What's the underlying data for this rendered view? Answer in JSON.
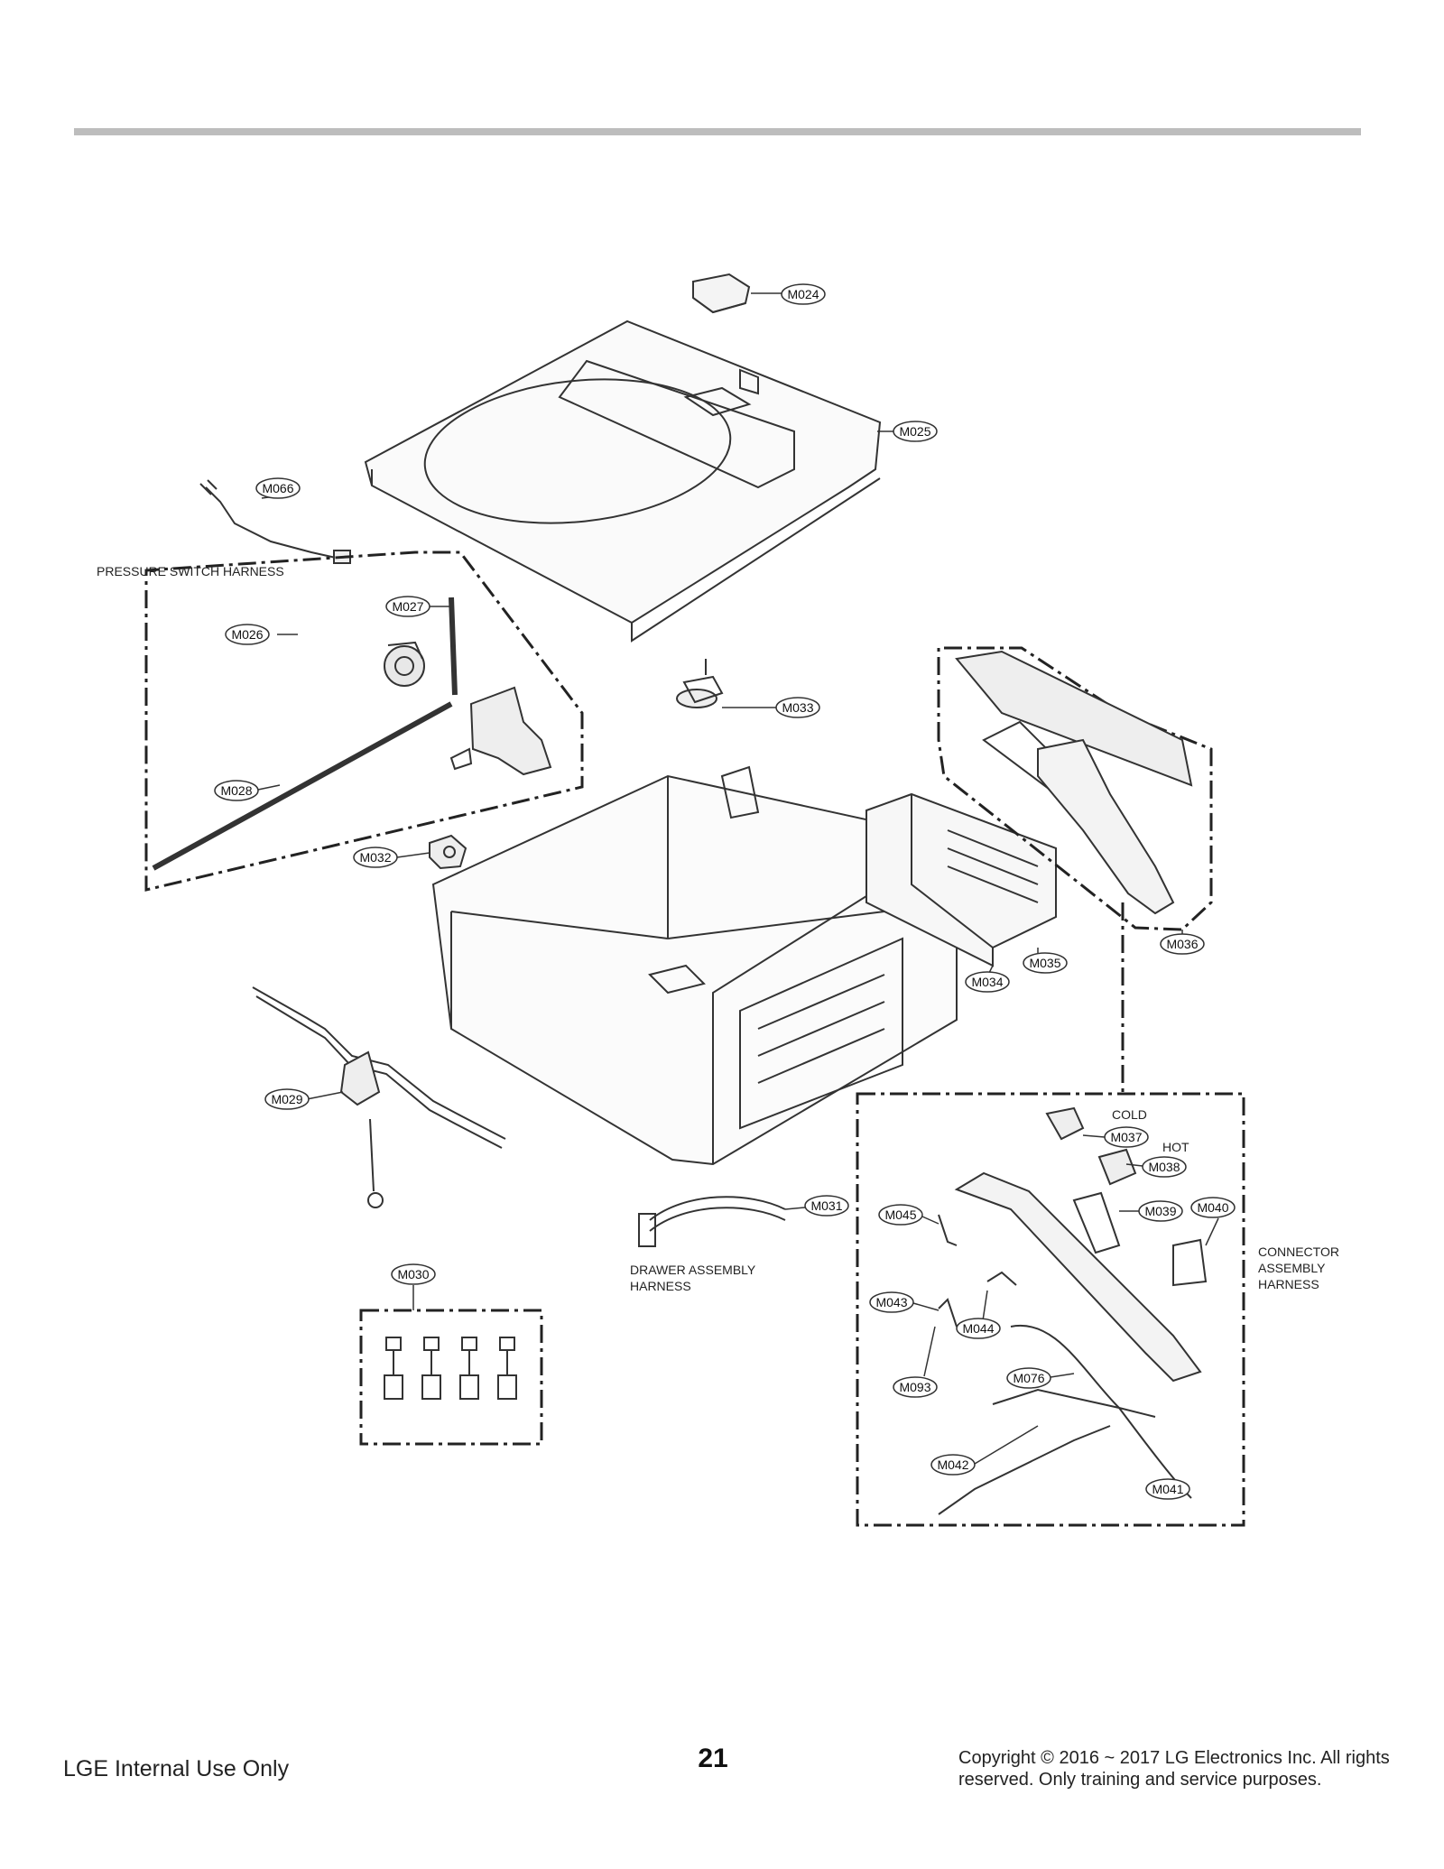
{
  "header": {
    "rule": true
  },
  "parts": {
    "M024": "M024",
    "M025": "M025",
    "M066": "M066",
    "M026": "M026",
    "M027": "M027",
    "M028": "M028",
    "M032": "M032",
    "M033": "M033",
    "M034": "M034",
    "M035": "M035",
    "M036": "M036",
    "M029": "M029",
    "M030": "M030",
    "M031": "M031",
    "M037": "M037",
    "M038": "M038",
    "M039": "M039",
    "M040": "M040",
    "M045": "M045",
    "M043": "M043",
    "M044": "M044",
    "M093": "M093",
    "M076": "M076",
    "M042": "M042",
    "M041": "M041"
  },
  "captions": {
    "pressure_switch_harness": "PRESSURE SWITCH HARNESS",
    "drawer_line1": "DRAWER ASSEMBLY",
    "drawer_line2": "HARNESS",
    "cold": "COLD",
    "hot": "HOT",
    "connector_line1": "CONNECTOR",
    "connector_line2": "ASSEMBLY",
    "connector_line3": "HARNESS"
  },
  "footer": {
    "left": "LGE Internal Use Only",
    "page": "21",
    "copyright_line1": "Copyright © 2016 ~ 2017 LG Electronics Inc. All rights",
    "copyright_line2": "reserved. Only training and service purposes."
  }
}
